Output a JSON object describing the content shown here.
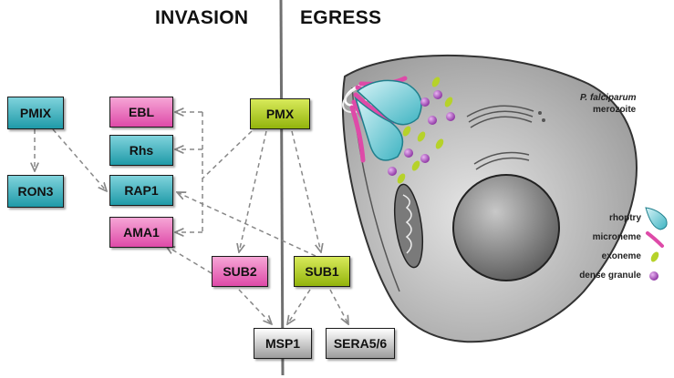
{
  "headings": {
    "left": "INVASION",
    "right": "EGRESS"
  },
  "nodes": {
    "pmix": "PMIX",
    "ron3": "RON3",
    "ebl": "EBL",
    "rhs": "Rhs",
    "rap1": "RAP1",
    "ama1": "AMA1",
    "pmx": "PMX",
    "sub2": "SUB2",
    "sub1": "SUB1",
    "msp1": "MSP1",
    "sera": "SERA5/6"
  },
  "cell_label": {
    "species": "P. falciparum",
    "stage": "merozoite"
  },
  "legend": {
    "rhoptry": "rhoptry",
    "microneme": "microneme",
    "exoneme": "exoneme",
    "dense_granule": "dense granule"
  },
  "colors": {
    "teal": "#1f9aa8",
    "pink": "#de4aa8",
    "lime": "#93b40c",
    "grey": "#9c9c9c",
    "purple": "#9b3fb0"
  }
}
